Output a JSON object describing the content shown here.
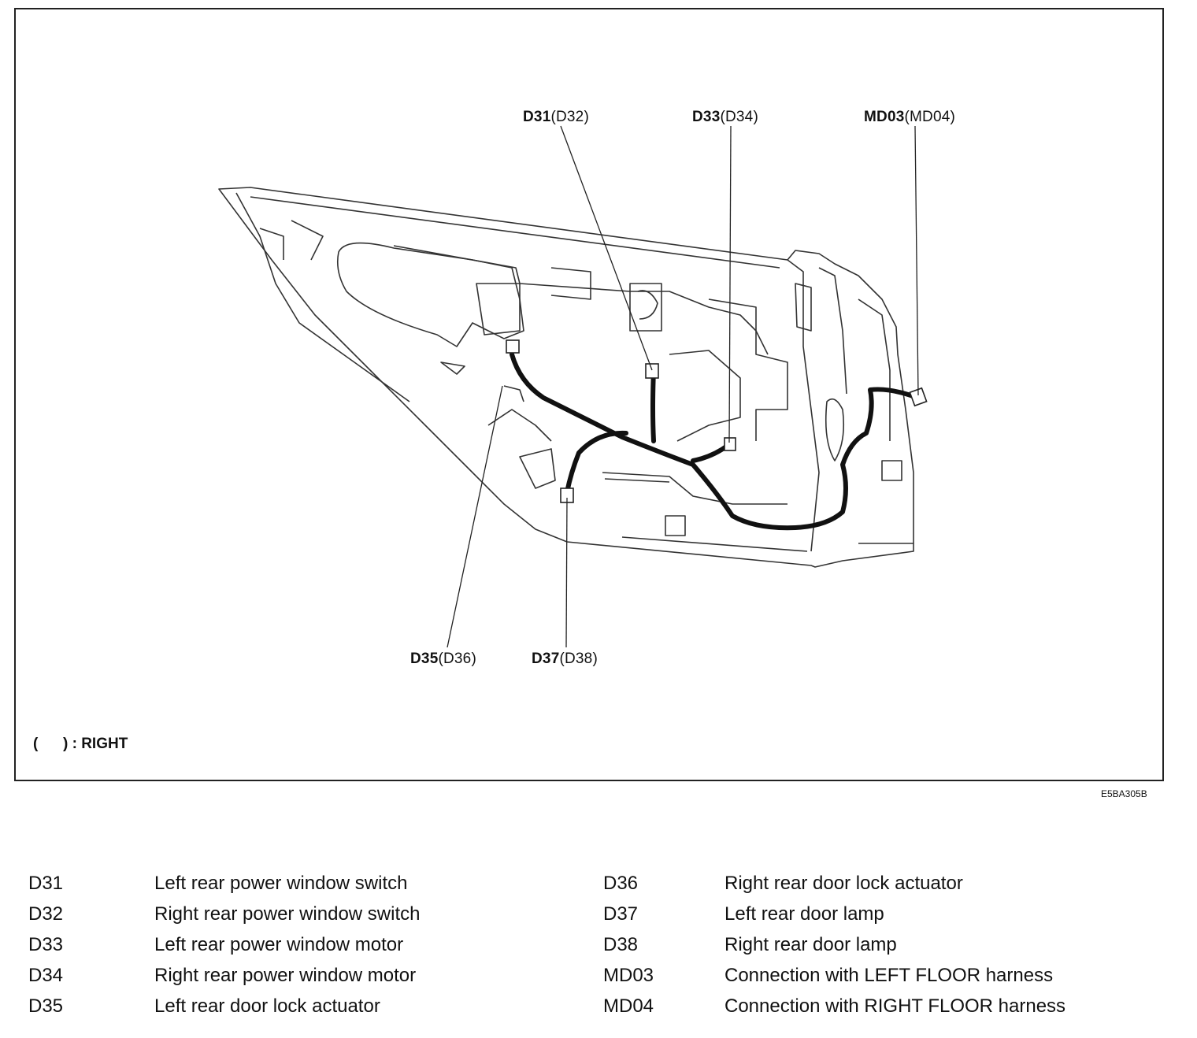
{
  "callouts": [
    {
      "id": "d31",
      "code": "D31",
      "alt": "(D32)"
    },
    {
      "id": "d33",
      "code": "D33",
      "alt": "(D34)"
    },
    {
      "id": "md03",
      "code": "MD03",
      "alt": "(MD04)"
    },
    {
      "id": "d35",
      "code": "D35",
      "alt": "(D36)"
    },
    {
      "id": "d37",
      "code": "D37",
      "alt": "(D38)"
    }
  ],
  "note": "(      ) : RIGHT",
  "figure_id": "E5BA305B",
  "legend": {
    "left": [
      {
        "code": "D31",
        "desc": "Left rear power window switch"
      },
      {
        "code": "D32",
        "desc": "Right rear power window switch"
      },
      {
        "code": "D33",
        "desc": "Left rear power window motor"
      },
      {
        "code": "D34",
        "desc": "Right rear power window motor"
      },
      {
        "code": "D35",
        "desc": "Left rear door lock actuator"
      }
    ],
    "right": [
      {
        "code": "D36",
        "desc": "Right rear door lock actuator"
      },
      {
        "code": "D37",
        "desc": "Left rear door lamp"
      },
      {
        "code": "D38",
        "desc": "Right rear door lamp"
      },
      {
        "code": "MD03",
        "desc": "Connection with LEFT FLOOR harness"
      },
      {
        "code": "MD04",
        "desc": "Connection with RIGHT FLOOR harness"
      }
    ]
  }
}
